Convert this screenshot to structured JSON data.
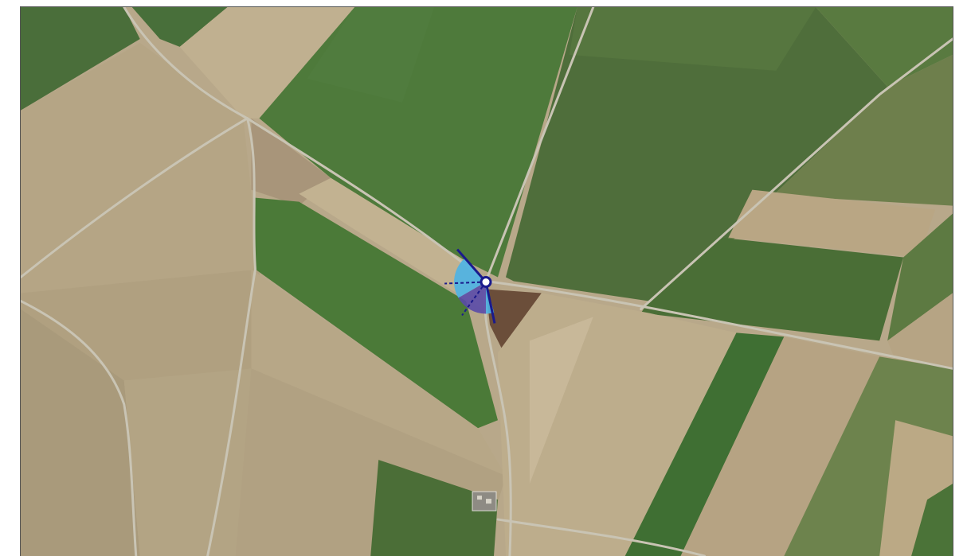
{
  "map": {
    "view": "satellite",
    "colors": {
      "frame_border": "#555555",
      "field_tan": "#b8a88a",
      "field_tan_light": "#c4b596",
      "field_green": "#4f7a3c",
      "field_green_dark": "#3f6a30",
      "field_olive": "#6d7f4c",
      "field_brown": "#6b4e3a",
      "road": "#c9c4b4",
      "marker_arc_light": "#4db3e6",
      "marker_arc_dark": "#5a4aa8",
      "marker_line": "#1a1a8c",
      "marker_center_fill": "#ffffff"
    },
    "marker": {
      "icon": "location-bearing-marker-icon",
      "sector_start_deg": -60,
      "sector_end_deg": 165,
      "highlight_start_deg": 180,
      "highlight_end_deg": 240
    }
  }
}
